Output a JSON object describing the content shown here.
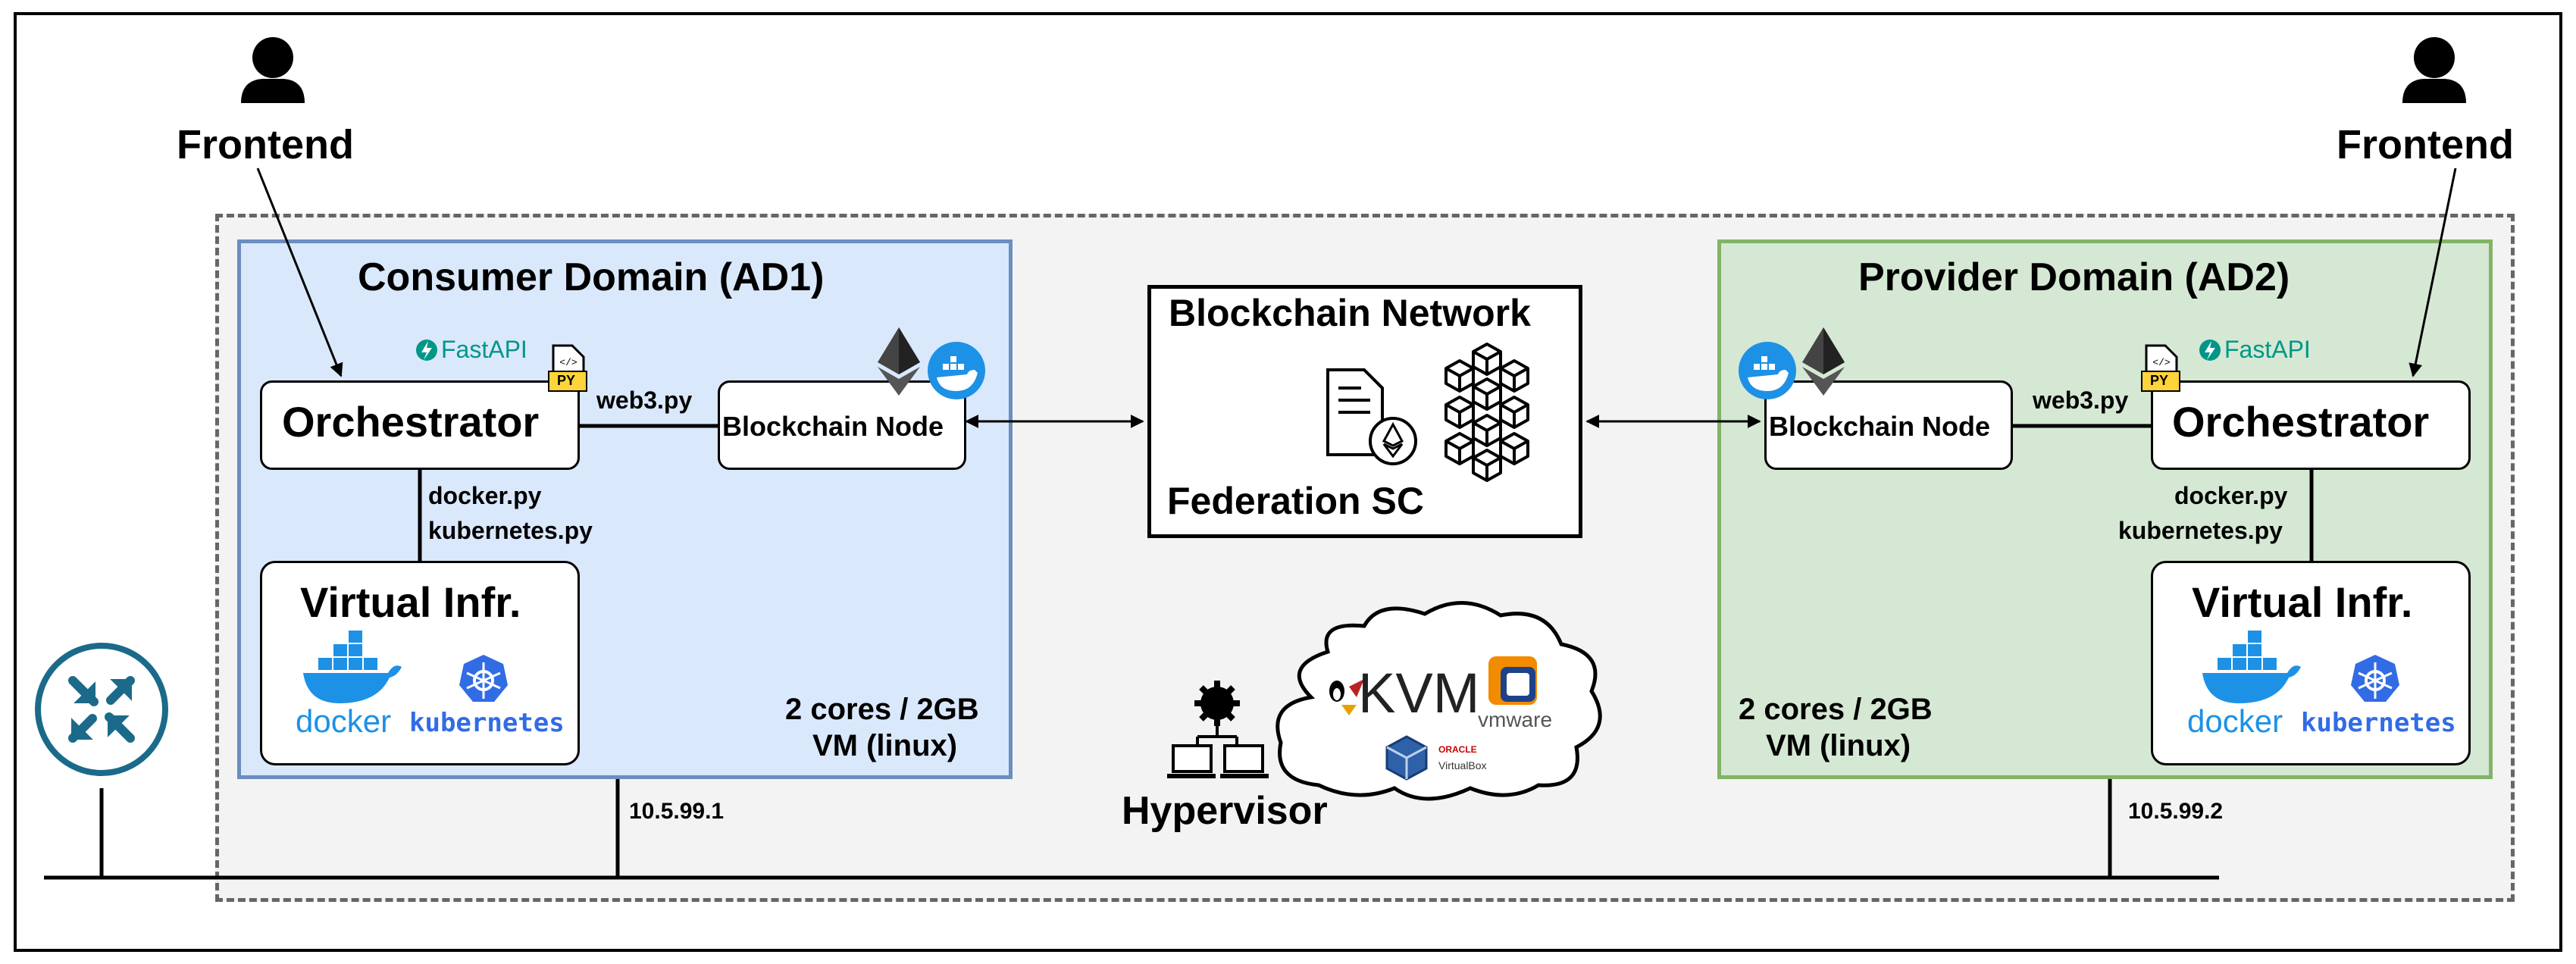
{
  "frontend_left": {
    "label": "Frontend",
    "icon": "user-icon"
  },
  "frontend_right": {
    "label": "Frontend",
    "icon": "user-icon"
  },
  "consumer": {
    "title": "Consumer Domain (AD1)",
    "fastapi": "FastAPI",
    "py_badge": "PY",
    "orchestrator": "Orchestrator",
    "web3": "web3.py",
    "blockchain_node": "Blockchain Node",
    "docker_py": "docker.py",
    "kubernetes_py": "kubernetes.py",
    "virtual_infr": "Virtual Infr.",
    "docker_label": "docker",
    "kubernetes_label": "kubernetes",
    "vm_spec_1": "2 cores / 2GB",
    "vm_spec_2": "VM (linux)",
    "ip": "10.5.99.1",
    "color_fill": "#dae8fc",
    "color_border": "#6c8ebf"
  },
  "provider": {
    "title": "Provider Domain (AD2)",
    "fastapi": "FastAPI",
    "py_badge": "PY",
    "orchestrator": "Orchestrator",
    "web3": "web3.py",
    "blockchain_node": "Blockchain Node",
    "docker_py": "docker.py",
    "kubernetes_py": "kubernetes.py",
    "virtual_infr": "Virtual Infr.",
    "docker_label": "docker",
    "kubernetes_label": "kubernetes",
    "vm_spec_1": "2 cores / 2GB",
    "vm_spec_2": "VM (linux)",
    "ip": "10.5.99.2",
    "color_fill": "#d5e8d4",
    "color_border": "#82b366"
  },
  "blockchain_network": {
    "title": "Blockchain Network",
    "contract_label": "Federation SC"
  },
  "hypervisor": {
    "label": "Hypervisor",
    "kvm": "KVM",
    "vmware": "vmware",
    "oracle": "ORACLE",
    "virtualbox": "VirtualBox"
  },
  "router": {
    "icon": "router-icon"
  },
  "colors": {
    "docker_blue": "#1d91e6",
    "kubernetes_blue": "#326ce5",
    "fastapi_green": "#009688",
    "router_teal": "#1b6a8a"
  }
}
